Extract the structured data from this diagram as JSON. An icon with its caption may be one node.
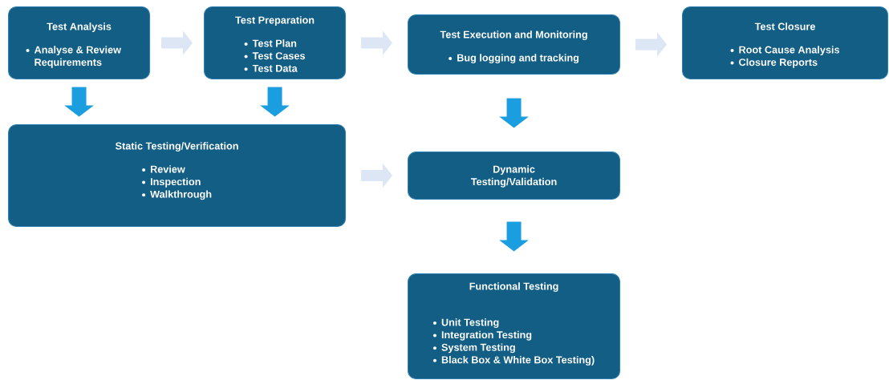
{
  "diagram": {
    "nodes": [
      {
        "text": [
          "Test Analysis",
          "Analyse & Review Requirements"
        ]
      },
      {
        "text": [
          "Test Preparation",
          "Test Plan",
          "Test Cases",
          "Test Data"
        ]
      },
      {
        "text": [
          "Test Execution and Monitoring",
          "Bug logging and tracking"
        ]
      },
      {
        "text": [
          "Test Closure",
          "Root Cause Analysis",
          "Closure Reports"
        ]
      },
      {
        "text": [
          "Static Testing/Verification",
          "Review",
          "Inspection",
          "Walkthrough"
        ]
      },
      {
        "text": [
          "Dynamic Testing/Validation"
        ]
      },
      {
        "text": [
          "Functional Testing",
          "Unit Testing",
          "Integration Testing",
          "System Testing",
          "Black Box & White Box Testing)"
        ]
      }
    ],
    "edges": [
      {
        "from": 0,
        "to": 1,
        "arrow": "to",
        "color": "#dce6f5"
      },
      {
        "from": 1,
        "to": 2,
        "arrow": "to",
        "color": "#dce6f5"
      },
      {
        "from": 2,
        "to": 3,
        "arrow": "to",
        "color": "#dce6f5"
      },
      {
        "from": 0,
        "to": 4,
        "arrow": "to",
        "color": "#1b9ee0"
      },
      {
        "from": 1,
        "to": 4,
        "arrow": "to",
        "color": "#1b9ee0"
      },
      {
        "from": 4,
        "to": 5,
        "arrow": "to",
        "color": "#dce6f5"
      },
      {
        "from": 2,
        "to": 5,
        "arrow": "to",
        "color": "#1b9ee0"
      },
      {
        "from": 5,
        "to": 6,
        "arrow": "to",
        "color": "#1b9ee0"
      }
    ]
  }
}
